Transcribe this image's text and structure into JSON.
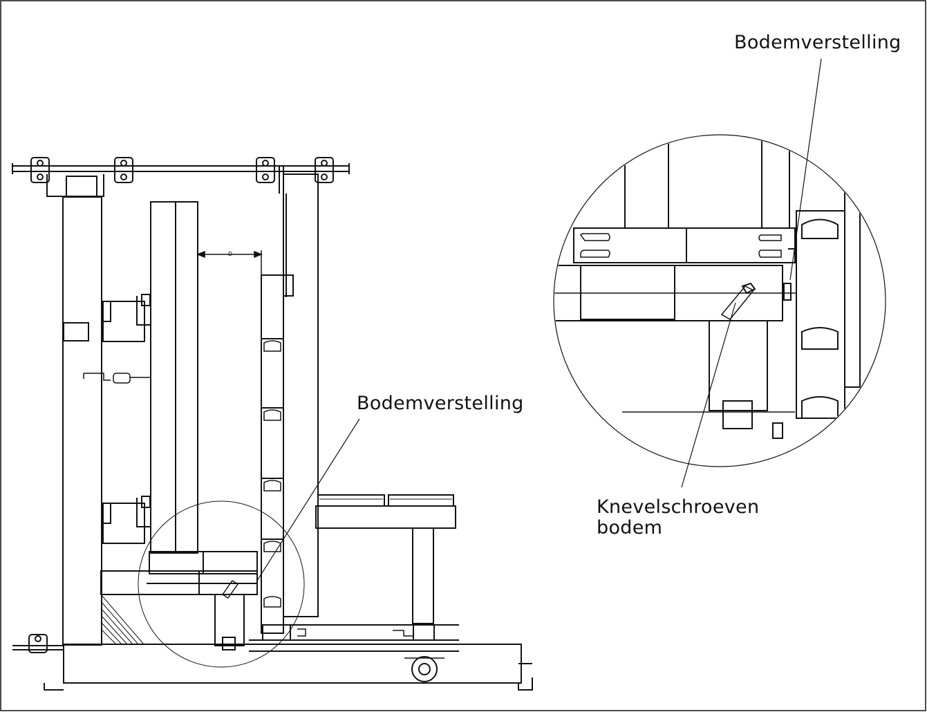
{
  "diagram": {
    "labels": {
      "bodemverstelling_main": "Bodemverstelling",
      "bodemverstelling_detail": "Bodemverstelling",
      "knevelschroeven_line1": "Knevelschroeven",
      "knevelschroeven_line2": "bodem",
      "dimension_d": "D"
    },
    "colors": {
      "line": "#111111",
      "background": "#ffffff"
    }
  }
}
